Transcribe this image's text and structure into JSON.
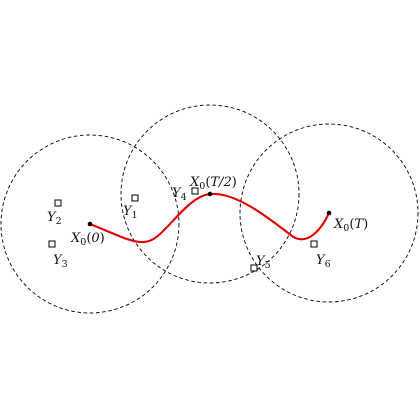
{
  "trajectory_labels": {
    "start": {
      "base": "X",
      "sub": "0",
      "arg_open": "(",
      "arg": "0",
      "arg_close": ")"
    },
    "mid": {
      "base": "X",
      "sub": "0",
      "arg_open": "(",
      "arg": "T/2",
      "arg_close": ")"
    },
    "end": {
      "base": "X",
      "sub": "0",
      "arg_open": "(",
      "arg": "T",
      "arg_close": ")"
    }
  },
  "observations": [
    {
      "base": "Y",
      "sub": "1"
    },
    {
      "base": "Y",
      "sub": "2"
    },
    {
      "base": "Y",
      "sub": "3"
    },
    {
      "base": "Y",
      "sub": "4"
    },
    {
      "base": "Y",
      "sub": "5"
    },
    {
      "base": "Y",
      "sub": "6"
    }
  ],
  "colors": {
    "trajectory": "#e00000",
    "circles": "#000000",
    "points": "#000000"
  },
  "styles": {
    "circles": "dashed",
    "observation_marker": "square"
  }
}
